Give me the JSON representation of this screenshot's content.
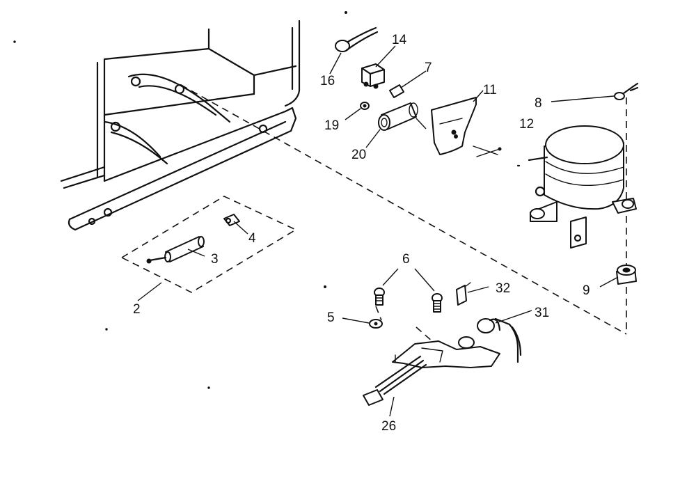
{
  "diagram": {
    "type": "exploded parts diagram",
    "callouts": {
      "p2": "2",
      "p3": "3",
      "p4": "4",
      "p5": "5",
      "p6": "6",
      "p7": "7",
      "p8": "8",
      "p9": "9",
      "p11": "11",
      "p12": "12",
      "p14": "14",
      "p16": "16",
      "p19": "19",
      "p20": "20",
      "p26": "26",
      "p31": "31",
      "p32": "32"
    }
  }
}
